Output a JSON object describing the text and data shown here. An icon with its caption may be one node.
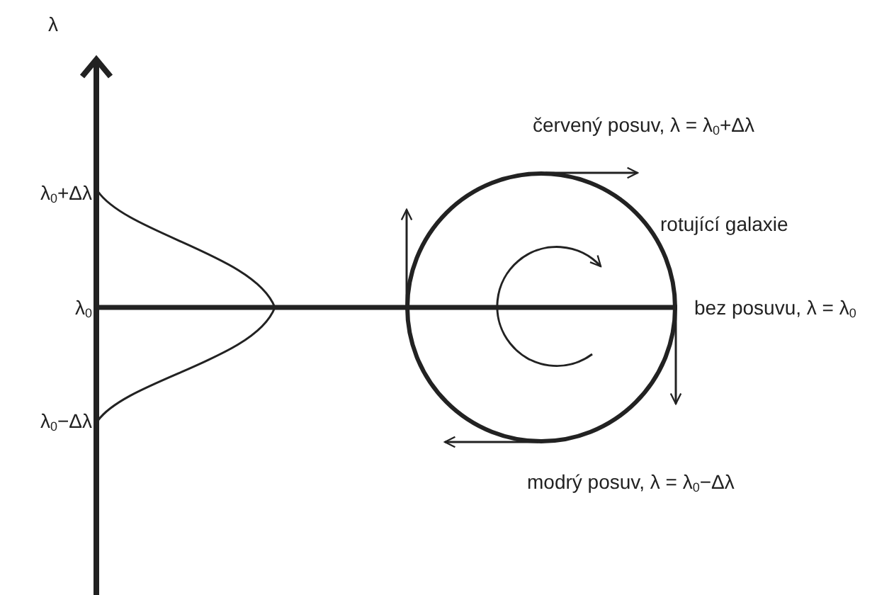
{
  "diagram": {
    "nodes": [
      {
        "text": [],
        "shape": "circle",
        "beside": [
          "rotující galaxie"
        ]
      }
    ],
    "labels": [
      "λ",
      "λ$_{0}$+Δλ",
      "λ$_{0}$",
      "λ$_{0}$−Δλ",
      "červený posuv, λ = λ$_{0}$+Δλ",
      "bez posuvu, λ = λ$_{0}$",
      "modrý posuv, λ = λ$_{0}$−Δλ"
    ]
  }
}
